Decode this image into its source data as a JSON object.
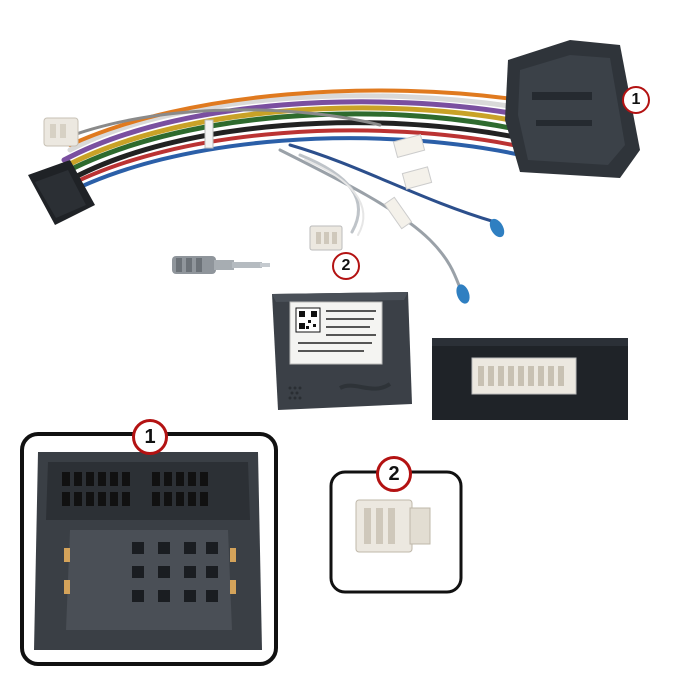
{
  "callouts": {
    "harness_socket": "1",
    "small_plug": "2",
    "detail_socket": "1",
    "detail_plug": "2"
  },
  "colors": {
    "connector": "#3a3f45",
    "module": "#3b4047",
    "frame": "#111111",
    "callout_ring": "#b31212",
    "white_plug": "#ece8e0"
  }
}
